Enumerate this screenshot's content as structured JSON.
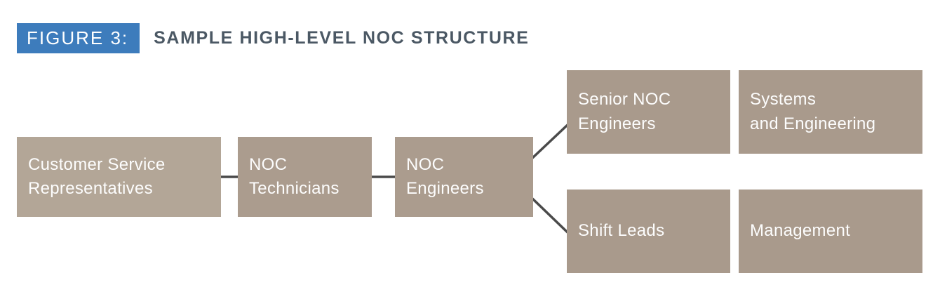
{
  "figure": {
    "label": "FIGURE 3:",
    "title": "SAMPLE HIGH-LEVEL NOC STRUCTURE"
  },
  "diagram": {
    "type": "org-flow-diagram",
    "nodes": [
      {
        "id": "customer-service-representatives",
        "label": "Customer Service\nRepresentatives"
      },
      {
        "id": "noc-technicians",
        "label": "NOC\nTechnicians"
      },
      {
        "id": "noc-engineers",
        "label": "NOC\nEngineers"
      },
      {
        "id": "senior-noc-engineers",
        "label": "Senior NOC\nEngineers"
      },
      {
        "id": "systems-and-engineering",
        "label": "Systems\nand Engineering"
      },
      {
        "id": "shift-leads",
        "label": "Shift Leads"
      },
      {
        "id": "management",
        "label": "Management"
      }
    ],
    "edges": [
      {
        "from": "customer-service-representatives",
        "to": "noc-technicians",
        "style": "line"
      },
      {
        "from": "noc-technicians",
        "to": "noc-engineers",
        "style": "line"
      },
      {
        "from": "noc-engineers",
        "to": "senior-noc-engineers",
        "style": "diagonal-line"
      },
      {
        "from": "noc-engineers",
        "to": "shift-leads",
        "style": "diagonal-line"
      },
      {
        "from": "senior-noc-engineers",
        "to": "systems-and-engineering",
        "style": "adjacent"
      },
      {
        "from": "shift-leads",
        "to": "management",
        "style": "adjacent"
      }
    ]
  },
  "colors": {
    "figure_label_background": "#3d7cbc",
    "figure_label_text": "#ffffff",
    "figure_title_text": "#4b5864",
    "node_background_left": "#b3a697",
    "node_background_mid": "#ab9c8e",
    "node_background_right": "#a99a8c",
    "node_text": "#fdfdfd",
    "connector_line": "#4a4a4a"
  }
}
